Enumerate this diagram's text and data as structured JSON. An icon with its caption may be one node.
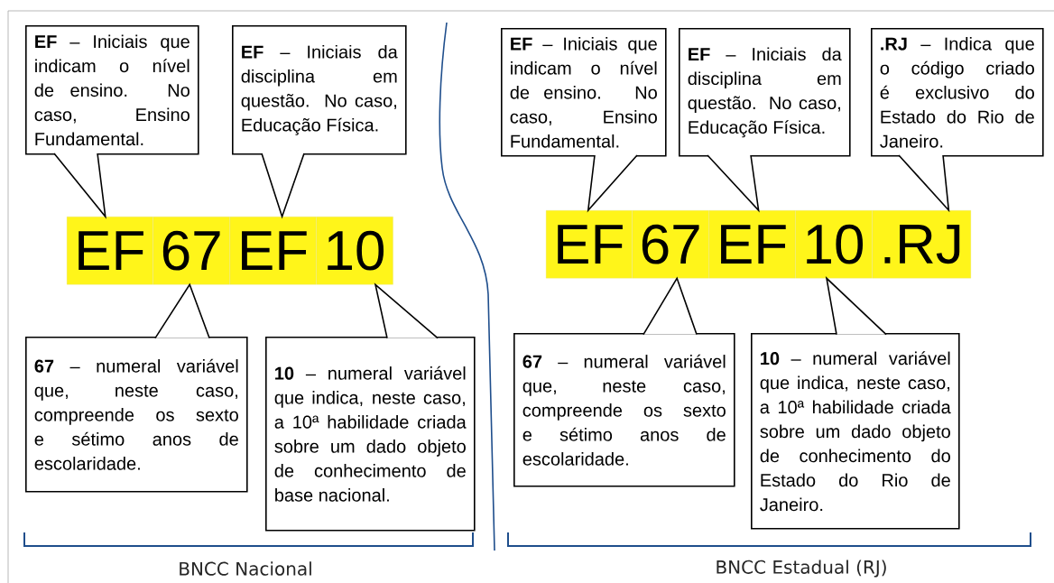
{
  "diagram": {
    "nodes": [
      {
        "text": [
          "**EF** – Iniciais que indicam o nível de ensino. No caso, Ensino Fundamental."
        ]
      },
      {
        "text": [
          "**EF** – Iniciais da disciplina em questão. No caso, Educação Física."
        ]
      },
      {
        "text": [
          "**EF** – Iniciais que indicam o nível de ensino. No caso, Ensino Fundamental."
        ]
      },
      {
        "text": [
          "**EF** – Iniciais da disciplina em questão. No caso, Educação Física."
        ]
      },
      {
        "text": [
          "**.RJ** – Indica que o código criado é exclusivo do Estado do Rio de Janeiro."
        ]
      },
      {
        "text": [
          "EF"
        ]
      },
      {
        "text": [
          "67"
        ]
      },
      {
        "text": [
          "EF"
        ]
      },
      {
        "text": [
          "10"
        ]
      },
      {
        "text": [
          "EF"
        ]
      },
      {
        "text": [
          "67"
        ]
      },
      {
        "text": [
          "EF"
        ]
      },
      {
        "text": [
          "10"
        ]
      },
      {
        "text": [
          ".RJ"
        ]
      },
      {
        "text": [
          "**67** – numeral variável que, neste caso, compreende os sexto e sétimo anos de escolaridade."
        ]
      },
      {
        "text": [
          "**10** – numeral variável que indica, neste caso, a 10ª habilidade criada sobre um dado objeto de conhecimento de base nacional."
        ]
      },
      {
        "text": [
          "**67** – numeral variável que, neste caso, compreende os sexto e sétimo anos de escolaridade."
        ]
      },
      {
        "text": [
          "**10** – numeral variável que indica, neste caso, a 10ª habilidade criada sobre um dado objeto de conhecimento do Estado do Rio de Janeiro."
        ]
      }
    ],
    "edges": [
      {
        "from": 0,
        "to": 5,
        "arrow": "to"
      },
      {
        "from": 1,
        "to": 7,
        "arrow": "to"
      },
      {
        "from": 2,
        "to": 9,
        "arrow": "to"
      },
      {
        "from": 3,
        "to": 11,
        "arrow": "to"
      },
      {
        "from": 4,
        "to": 13,
        "arrow": "to"
      },
      {
        "from": 14,
        "to": 6,
        "arrow": "to"
      },
      {
        "from": 15,
        "to": 8,
        "arrow": "to"
      },
      {
        "from": 16,
        "to": 10,
        "arrow": "to"
      },
      {
        "from": 17,
        "to": 12,
        "arrow": "to"
      }
    ],
    "labels": [
      "BNCC Nacional",
      "BNCC Estadual (RJ)"
    ]
  }
}
